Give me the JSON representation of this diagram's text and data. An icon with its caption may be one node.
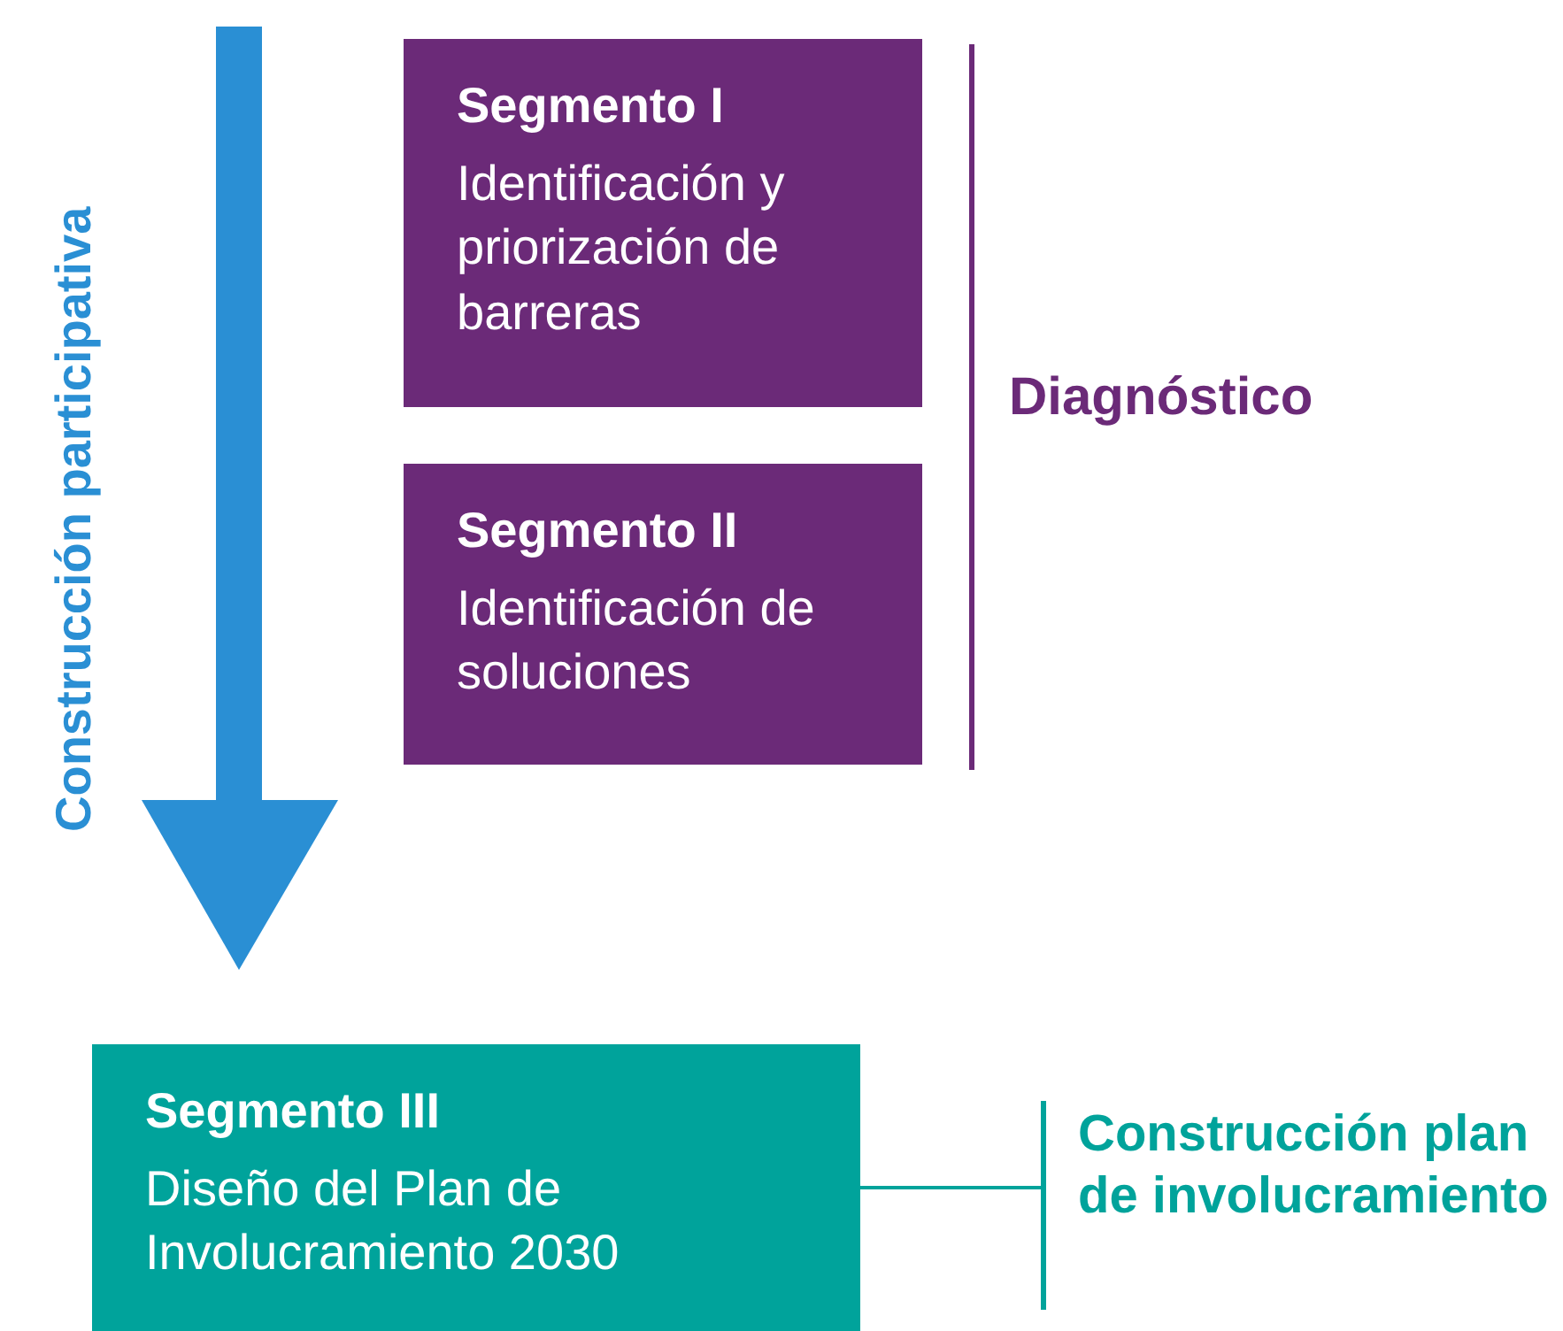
{
  "diagram": {
    "nodes": [
      {
        "text": [
          "Segmento I",
          "Identificación y priorización de barreras"
        ]
      },
      {
        "text": [
          "Segmento II",
          "Identificación de soluciones"
        ]
      },
      {
        "text": [
          "Segmento III",
          "Diseño del Plan de Involucramiento 2030"
        ]
      },
      {
        "text": [
          "Construcción plan de involucramiento"
        ]
      }
    ],
    "edges": [
      {
        "from": 2,
        "to": 3,
        "arrow": "none"
      }
    ],
    "labels": [
      "Construcción participativa",
      "Diagnóstico"
    ]
  }
}
